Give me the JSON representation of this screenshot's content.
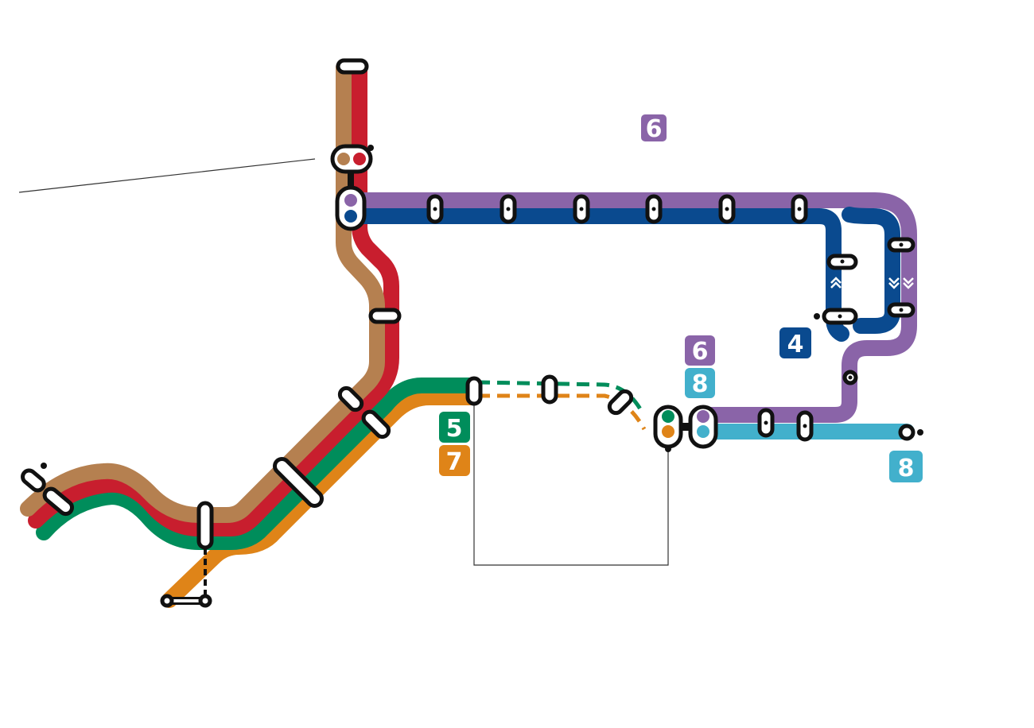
{
  "lines": [
    {
      "id": "4",
      "label": "4",
      "color": "#0a4a8f"
    },
    {
      "id": "5",
      "label": "5",
      "color": "#008d5b"
    },
    {
      "id": "6",
      "label": "6",
      "color": "#8a64a8"
    },
    {
      "id": "7",
      "label": "7",
      "color": "#df8418"
    },
    {
      "id": "8",
      "label": "8",
      "color": "#42b0cc"
    },
    {
      "id": "brown",
      "color": "#b58050"
    },
    {
      "id": "red",
      "color": "#c81e2e"
    }
  ],
  "badges": {
    "b6_top": "6",
    "b6_mid": "6",
    "b8_mid": "8",
    "b4": "4",
    "b5": "5",
    "b7": "7",
    "b8_end": "8"
  },
  "icons": {
    "loop_up": "chevron-up-icon",
    "loop_down": "chevron-down-icon"
  }
}
